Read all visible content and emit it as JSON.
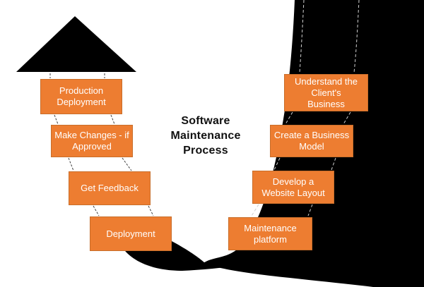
{
  "title": "Software\nMaintenance\nProcess",
  "left_steps": [
    {
      "label": "Production\nDeployment"
    },
    {
      "label": "Make Changes - if\nApproved"
    },
    {
      "label": "Get Feedback"
    },
    {
      "label": "Deployment"
    }
  ],
  "right_steps": [
    {
      "label": "Understand the\nClient's\nBusiness"
    },
    {
      "label": "Create a Business\nModel"
    },
    {
      "label": "Develop a\nWebsite Layout"
    },
    {
      "label": "Maintenance\nplatform"
    }
  ],
  "colors": {
    "box_orange": "#ED7D31",
    "box_border": "#C86E2A",
    "box_text": "#FFFFFF",
    "band_black": "#000000",
    "leader_dark": "#3F3F3F",
    "leader_light": "#CFCFCF",
    "title_text": "#111111",
    "background": "#FFFFFF"
  }
}
